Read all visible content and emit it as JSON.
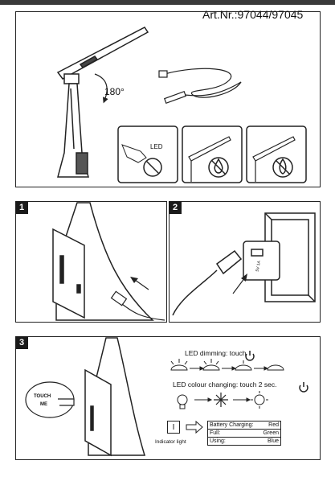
{
  "header": {
    "art_nr": "Art.Nr.:97044/97045"
  },
  "panel_top": {
    "angle_label": "180°",
    "led_label": "LED"
  },
  "step1": {
    "number": "1"
  },
  "step2": {
    "number": "2",
    "adapter_label": "5V 1A"
  },
  "step3": {
    "number": "3",
    "dimming_label": "LED  dimming: touch",
    "colour_label": "LED  colour changing: touch 2 sec.",
    "touch_label": "TOUCH",
    "me_label": "ME",
    "indicator_symbol": "I",
    "indicator_label": "Indicator light",
    "legend": [
      {
        "state": "Battery Charging:",
        "color": "Red"
      },
      {
        "state": "Full:",
        "color": "Green"
      },
      {
        "state": "Using:",
        "color": "Blue"
      }
    ]
  }
}
